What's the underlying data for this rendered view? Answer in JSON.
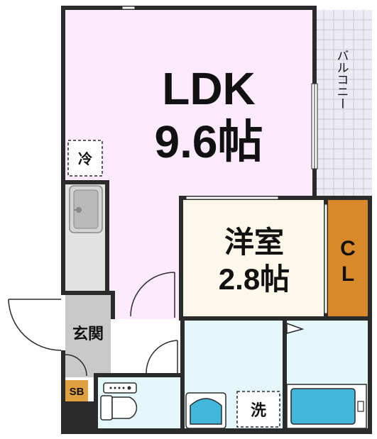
{
  "rooms": {
    "ldk": {
      "name": "LDK",
      "size": "9.6帖"
    },
    "western": {
      "name": "洋室",
      "size": "2.8帖"
    },
    "closet": {
      "line1": "C",
      "line2": "L"
    },
    "balcony": {
      "label": "バルコニー"
    },
    "entrance": {
      "label": "玄関"
    },
    "shoe_box": {
      "label": "SB"
    },
    "fridge": {
      "label": "冷"
    },
    "washer": {
      "label": "洗"
    }
  },
  "colors": {
    "wall": "#2b2b2b",
    "ldk_floor": "#fdeafd",
    "western_floor": "#fdf8ea",
    "closet_floor": "#d88a2a",
    "wet_floor": "#e4f7fa",
    "balcony_floor": "#ecebf3",
    "entrance_floor": "#c9c9c9",
    "hall_floor": "#ffffff",
    "kitchen_floor": "#e2e2e2",
    "shoe_box": "#e0a040",
    "fixture_blue": "#43b6dc"
  }
}
